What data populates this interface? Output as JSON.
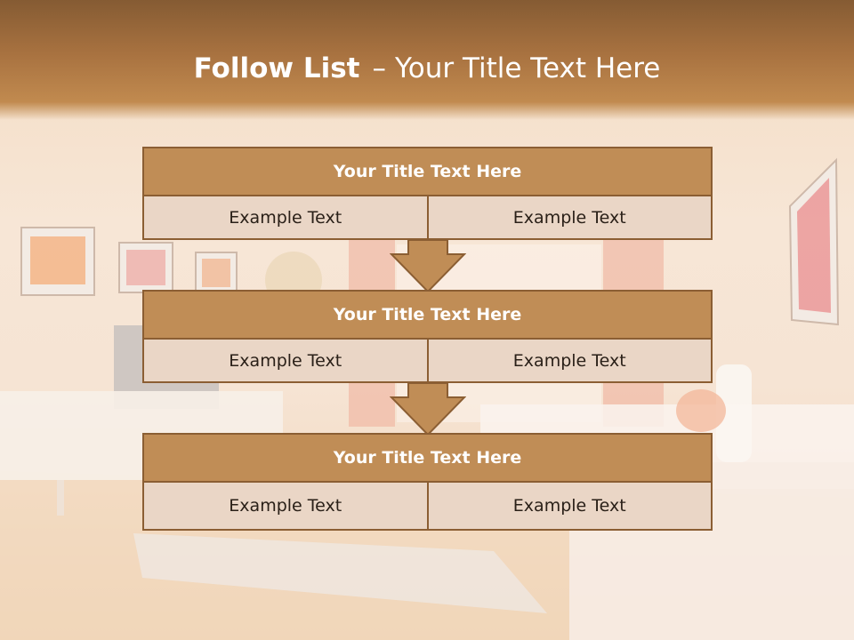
{
  "slide": {
    "title_bold": "Follow List",
    "title_separator": "–",
    "title_rest": "Your Title Text Here"
  },
  "steps": [
    {
      "title": "Your Title Text Here",
      "left": "Example Text",
      "right": "Example Text"
    },
    {
      "title": "Your Title Text Here",
      "left": "Example Text",
      "right": "Example Text"
    },
    {
      "title": "Your Title Text Here",
      "left": "Example Text",
      "right": "Example Text"
    }
  ],
  "colors": {
    "header_fill": "#c08d56",
    "cell_fill": "#ead6c6",
    "border": "#8b5e33",
    "arrow_fill": "#c08d56",
    "top_band": "#a87240"
  }
}
